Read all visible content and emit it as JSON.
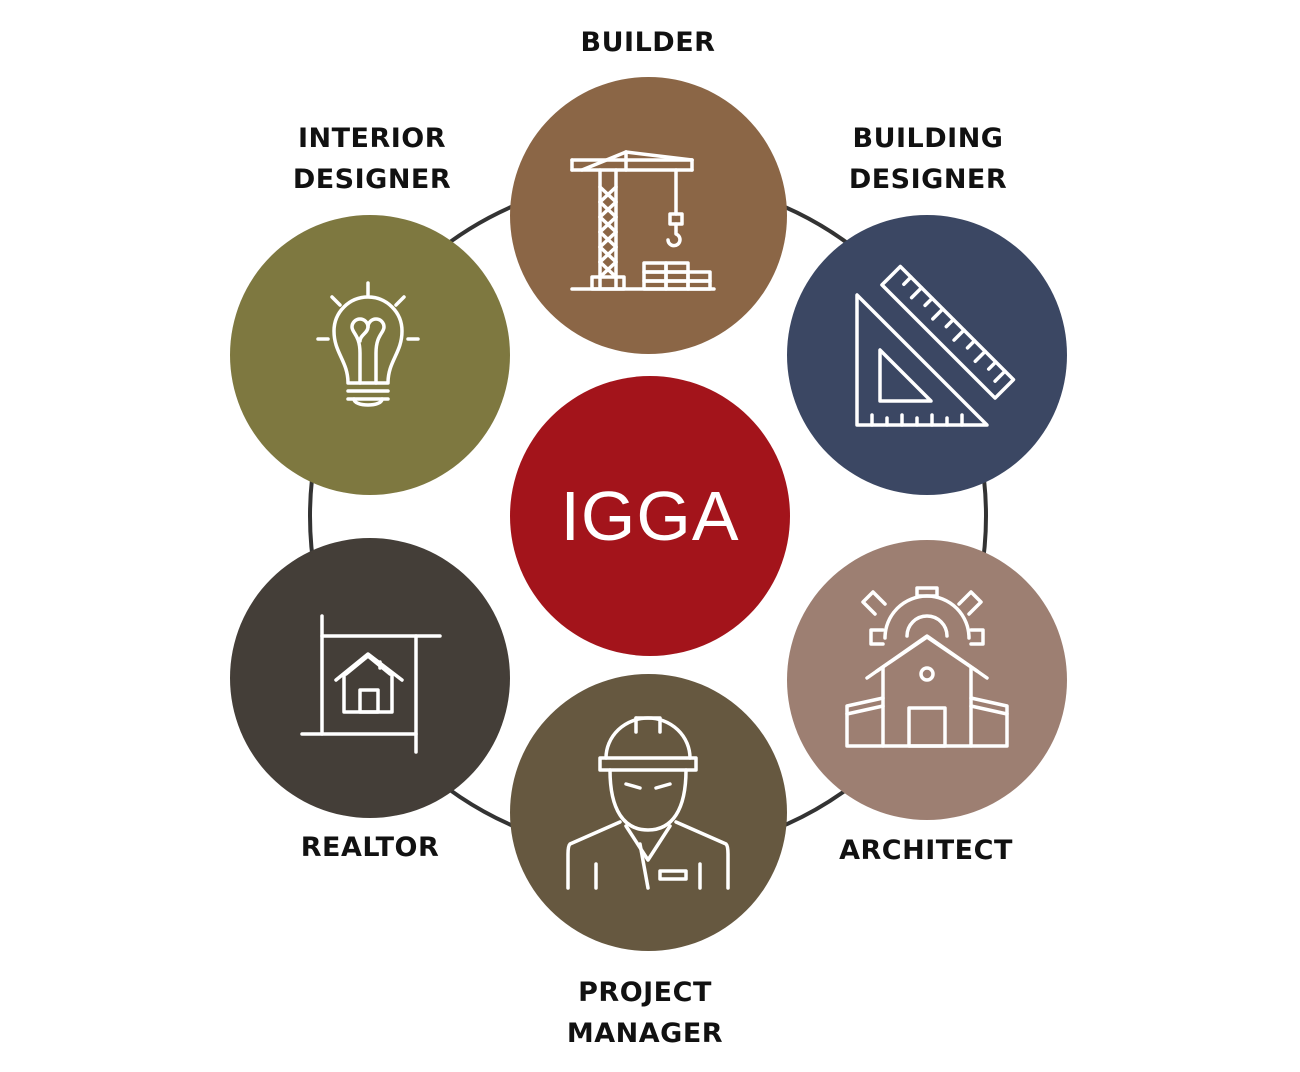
{
  "center": {
    "label": "IGGA",
    "color": "#A3141B"
  },
  "ring_color": "#333333",
  "roles": [
    {
      "id": "builder",
      "lines": [
        "BUILDER"
      ],
      "color": "#8B6646",
      "icon": "crane-icon"
    },
    {
      "id": "building-designer",
      "lines": [
        "BUILDING",
        "DESIGNER"
      ],
      "color": "#3B4763",
      "icon": "set-square-ruler-icon"
    },
    {
      "id": "architect",
      "lines": [
        "ARCHITECT"
      ],
      "color": "#9D7F72",
      "icon": "house-gear-icon"
    },
    {
      "id": "project-manager",
      "lines": [
        "PROJECT",
        "MANAGER"
      ],
      "color": "#665840",
      "icon": "hardhat-worker-icon"
    },
    {
      "id": "realtor",
      "lines": [
        "REALTOR"
      ],
      "color": "#443E38",
      "icon": "house-plan-icon"
    },
    {
      "id": "interior-designer",
      "lines": [
        "INTERIOR",
        "DESIGNER"
      ],
      "color": "#7E7840",
      "icon": "lightbulb-icon"
    }
  ]
}
